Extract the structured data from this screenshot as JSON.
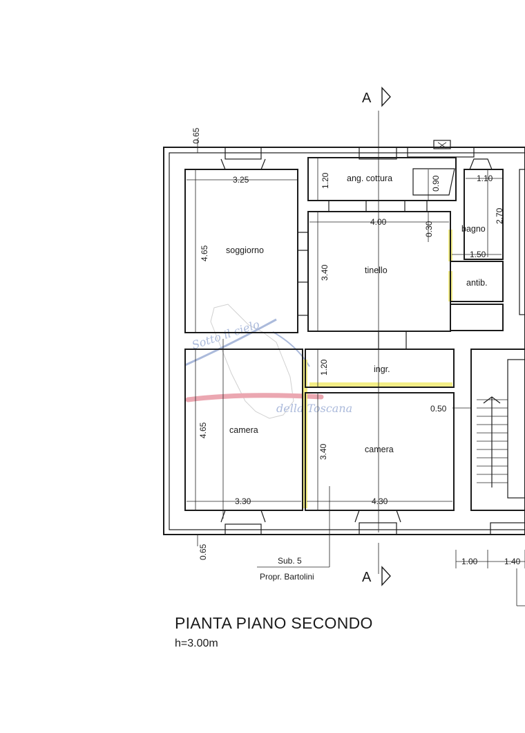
{
  "section_markers": [
    "A",
    "A"
  ],
  "rooms": {
    "ang_cottura": "ang. cottura",
    "bagno": "bagno",
    "soggiorno": "soggiorno",
    "tinello": "tinello",
    "antib": "antib.",
    "ingr": "ingr.",
    "camera_left": "camera",
    "camera_right": "camera"
  },
  "dimensions": {
    "top_margin": "0.65",
    "bottom_margin": "0.65",
    "soggiorno_w": "3.25",
    "soggiorno_h": "4.65",
    "cottura_h": "1.20",
    "cottura_d": "0.90",
    "bagno_w": "1.10",
    "bagno_h": "2.70",
    "tinello_w": "4.00",
    "tinello_d": "0.30",
    "tinello_h": "3.40",
    "antib_w": "1.50",
    "ingr_h": "1.20",
    "camera_left_h": "4.65",
    "camera_left_w": "3.30",
    "camera_right_h": "3.40",
    "camera_right_w": "4.30",
    "stair_gap": "0.50",
    "bottom_a": "1.00",
    "bottom_b": "1.40"
  },
  "labels": {
    "sub": "Sub. 5",
    "owner": "Propr. Bartolini"
  },
  "watermark": {
    "line1": "Sotto il cielo",
    "line2": "della Toscana"
  },
  "title": "PIANTA PIANO SECONDO",
  "subtitle": "h=3.00m",
  "colors": {
    "highlight": "#f2ec7a",
    "watermark_blue": "#8fa3cf",
    "watermark_red": "#e58a97"
  }
}
